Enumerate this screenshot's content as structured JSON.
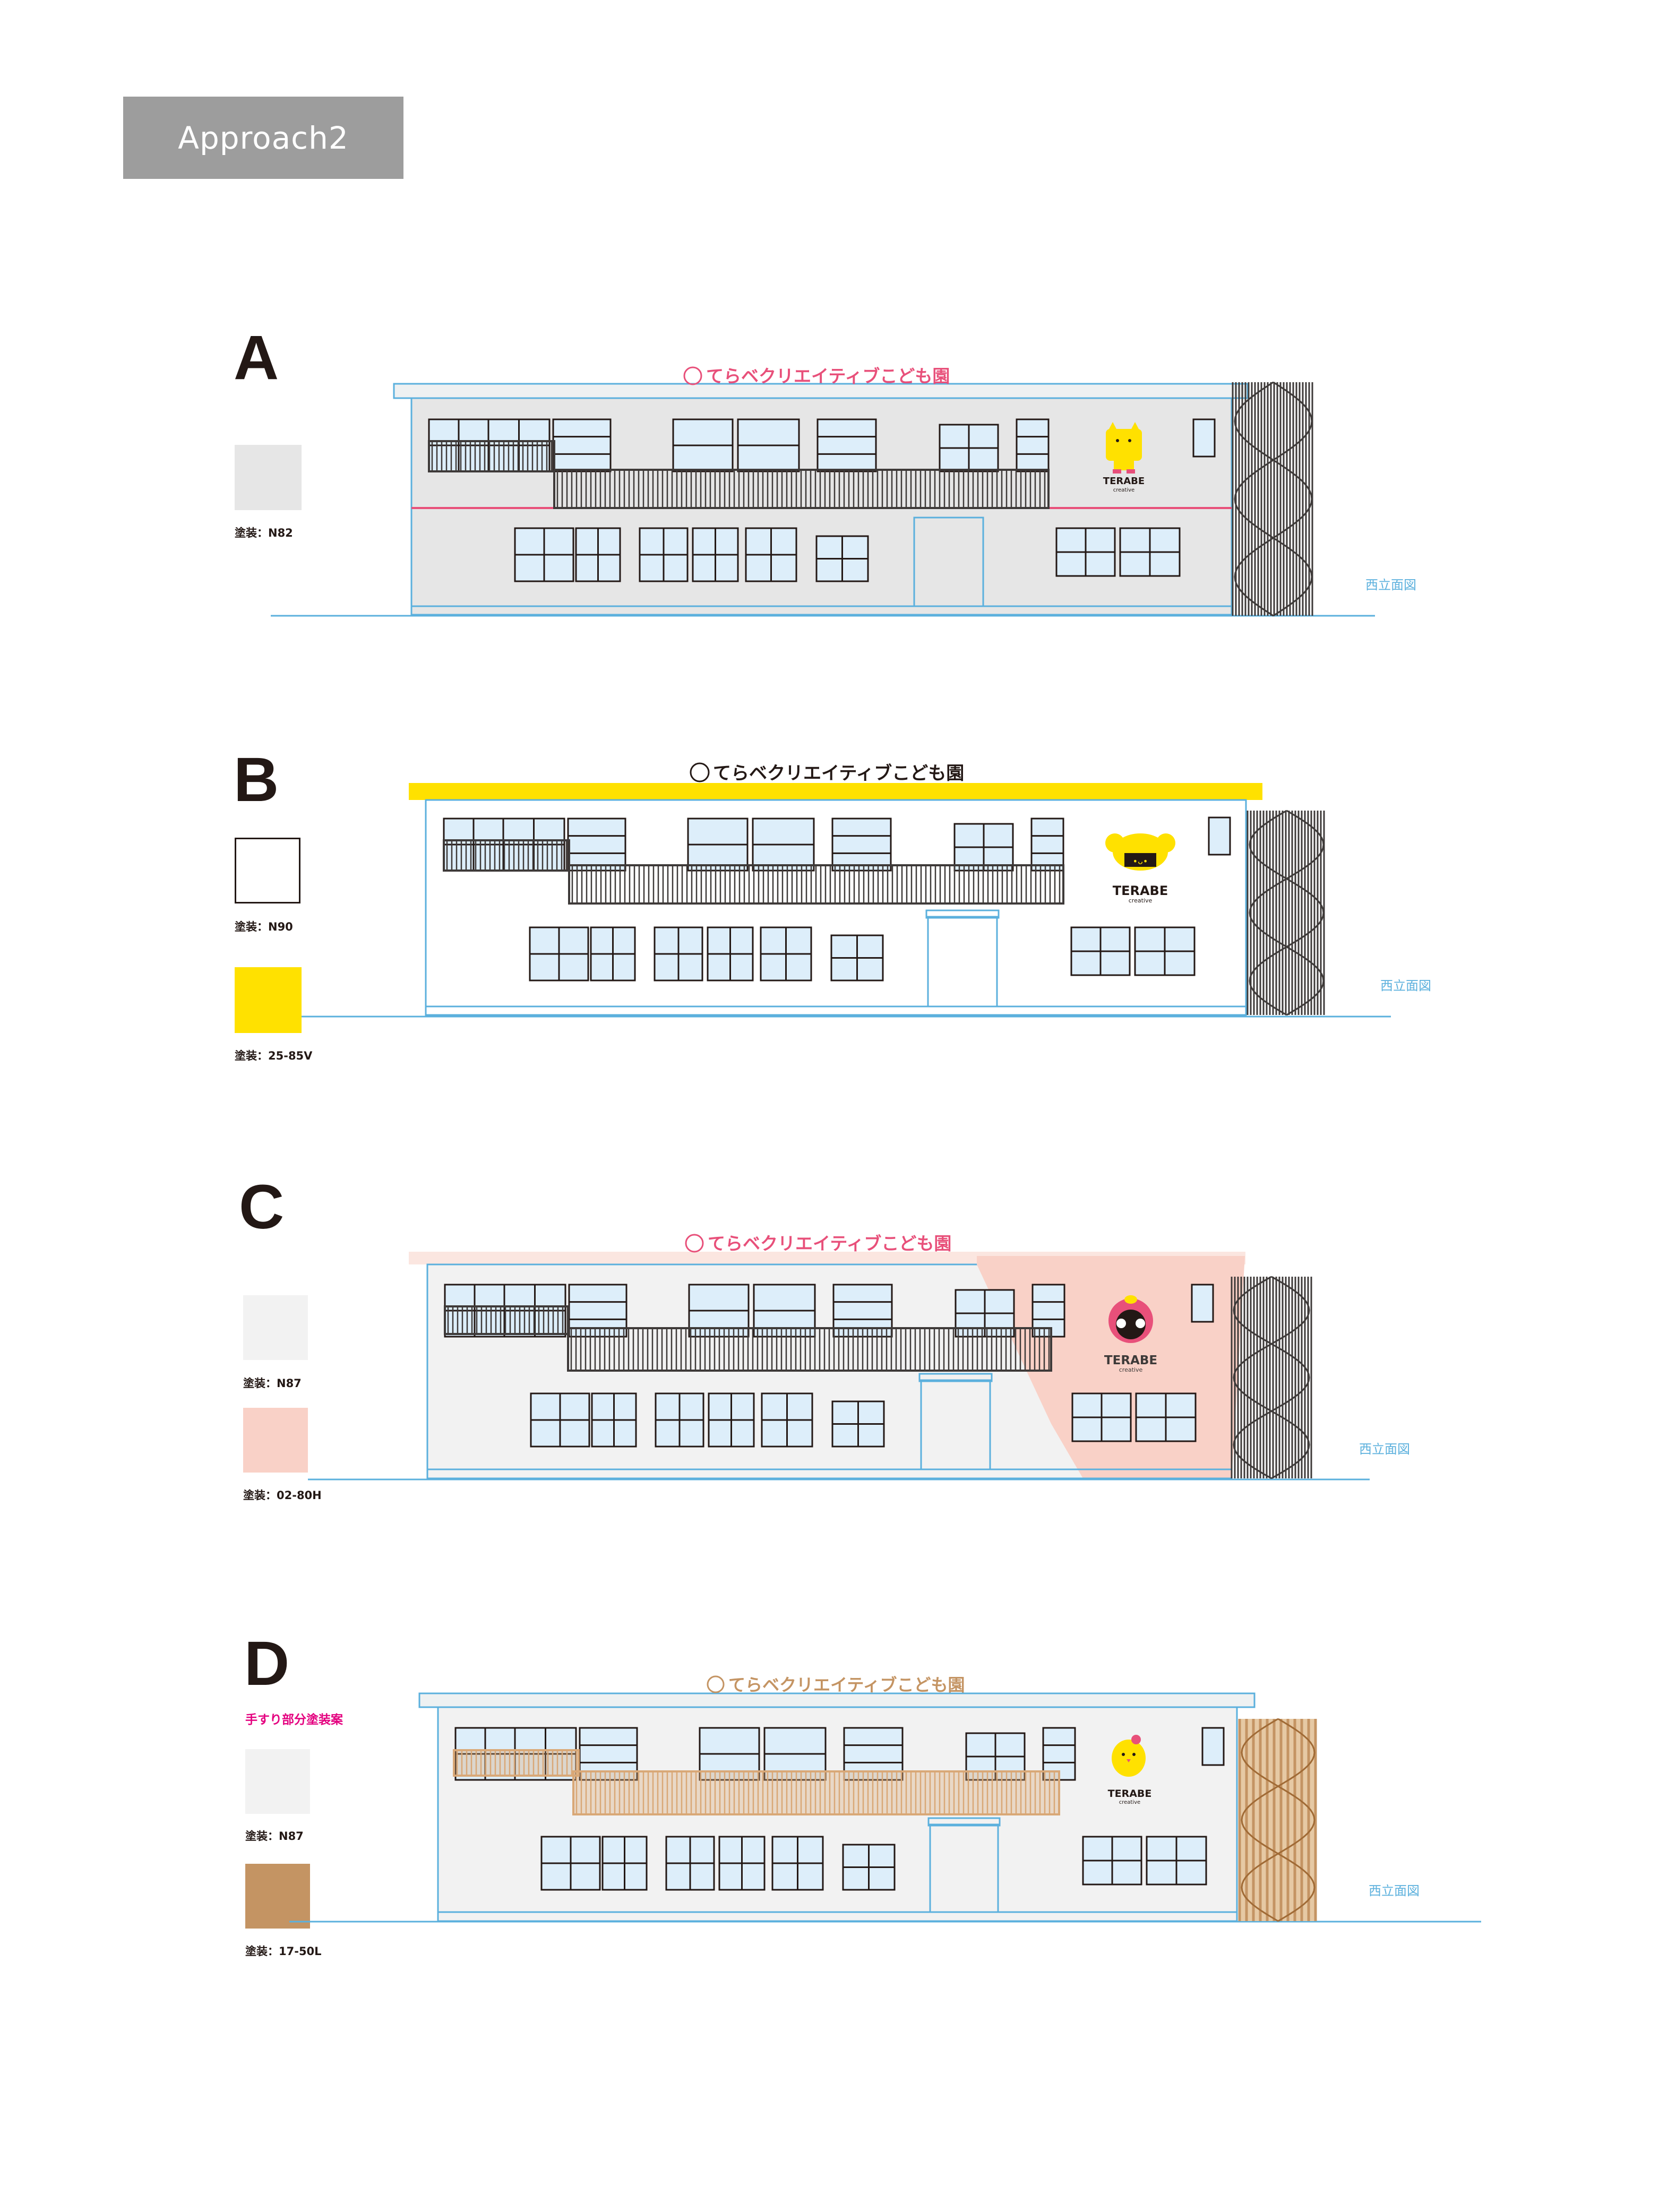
{
  "page": {
    "tag": "Approach2"
  },
  "variants": [
    {
      "label": "A",
      "sign": "てらベクリエイティブこども園",
      "logo": "TERABE",
      "logo_sub": "creative",
      "elevation_label": "西立面図",
      "swatches": [
        {
          "color": "#e6e6e6",
          "label": "塗装：N82"
        }
      ],
      "colors": {
        "wall": "#e6e6e6",
        "sign": "#e8507a",
        "roof": "#e6e6e6",
        "accent": "#e8507a",
        "rail": "#3e3a39",
        "fin": "#3e3a39"
      }
    },
    {
      "label": "B",
      "sign": "てらベクリエイティブこども園",
      "logo": "TERABE",
      "logo_sub": "creative",
      "elevation_label": "西立面図",
      "swatches": [
        {
          "color": "#ffffff",
          "label": "塗装：N90"
        },
        {
          "color": "#ffe100",
          "label": "塗装：25-85V"
        }
      ],
      "colors": {
        "wall": "#ffffff",
        "sign": "#231815",
        "roof": "#ffe100",
        "rail": "#3e3a39",
        "fin": "#3e3a39"
      }
    },
    {
      "label": "C",
      "sign": "てらベクリエイティブこども園",
      "logo": "TERABE",
      "logo_sub": "creative",
      "elevation_label": "西立面図",
      "swatches": [
        {
          "color": "#f2f2f2",
          "label": "塗装：N87"
        },
        {
          "color": "#f9d1c7",
          "label": "塗装：02-80H"
        }
      ],
      "colors": {
        "wall": "#f2f2f2",
        "sign": "#e8507a",
        "roof": "#fbe6e0",
        "accent": "#f9d1c7",
        "rail": "#3e3a39",
        "fin": "#3e3a39"
      }
    },
    {
      "label": "D",
      "note": "手すり部分塗装案",
      "sign": "てらベクリエイティブこども園",
      "logo": "TERABE",
      "logo_sub": "creative",
      "elevation_label": "西立面図",
      "swatches": [
        {
          "color": "#f2f2f2",
          "label": "塗装：N87"
        },
        {
          "color": "#c49463",
          "label": "塗装：17-50L"
        }
      ],
      "colors": {
        "wall": "#f2f2f2",
        "sign": "#c49463",
        "roof": "#f2f2f2",
        "rail": "#d9a877",
        "fin": "#c49463"
      }
    }
  ]
}
